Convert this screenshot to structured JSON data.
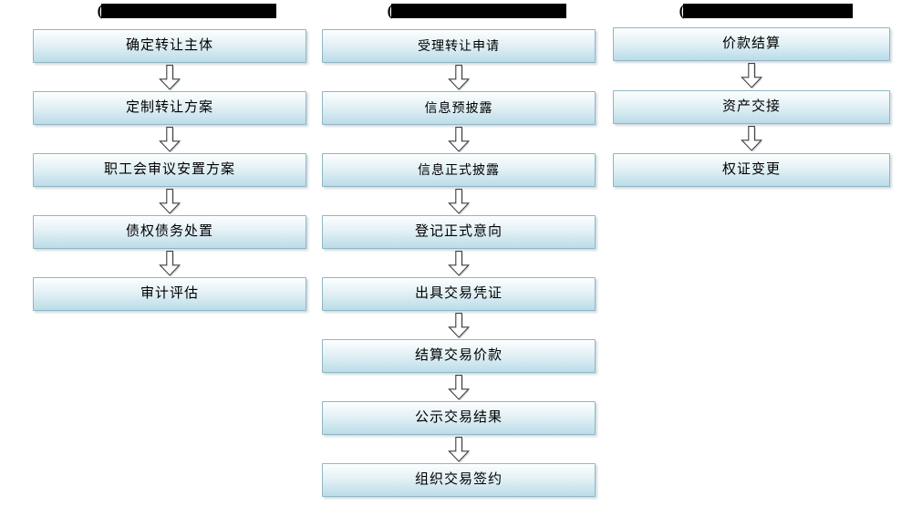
{
  "diagram": {
    "title_visible": false,
    "background_color": "#ffffff",
    "box_fill_top": "#fdfefe",
    "box_fill_bottom": "#bcdce8",
    "box_border_color": "#8fb6c4",
    "arrow_outline_color": "#3f3f3f",
    "arrow_fill_color": "#ffffff",
    "redaction_color": "#000000"
  },
  "columns": [
    {
      "id": "column-1",
      "header": {
        "prefix": "(",
        "redacted": true,
        "redaction_width": 192
      },
      "nodes": [
        {
          "label": "确定转让主体",
          "font": "serif"
        },
        {
          "label": "定制转让方案",
          "font": "serif"
        },
        {
          "label": "职工会审议安置方案",
          "font": "serif"
        },
        {
          "label": "债权债务处置",
          "font": "serif"
        },
        {
          "label": "审计评估",
          "font": "serif"
        }
      ]
    },
    {
      "id": "column-2",
      "header": {
        "prefix": "(",
        "redacted": true,
        "redaction_width": 192
      },
      "nodes": [
        {
          "label": "受理转让申请",
          "font": "sans"
        },
        {
          "label": "信息预披露",
          "font": "sans"
        },
        {
          "label": "信息正式披露",
          "font": "sans"
        },
        {
          "label": "登记正式意向",
          "font": "serif"
        },
        {
          "label": "出具交易凭证",
          "font": "serif"
        },
        {
          "label": "结算交易价款",
          "font": "serif"
        },
        {
          "label": "公示交易结果",
          "font": "serif"
        },
        {
          "label": "组织交易签约",
          "font": "serif"
        }
      ]
    },
    {
      "id": "column-3",
      "header": {
        "prefix": "(",
        "redacted": true,
        "redaction_width": 186
      },
      "nodes": [
        {
          "label": "价款结算",
          "font": "serif"
        },
        {
          "label": "资产交接",
          "font": "serif"
        },
        {
          "label": "权证变更",
          "font": "serif"
        }
      ]
    }
  ]
}
